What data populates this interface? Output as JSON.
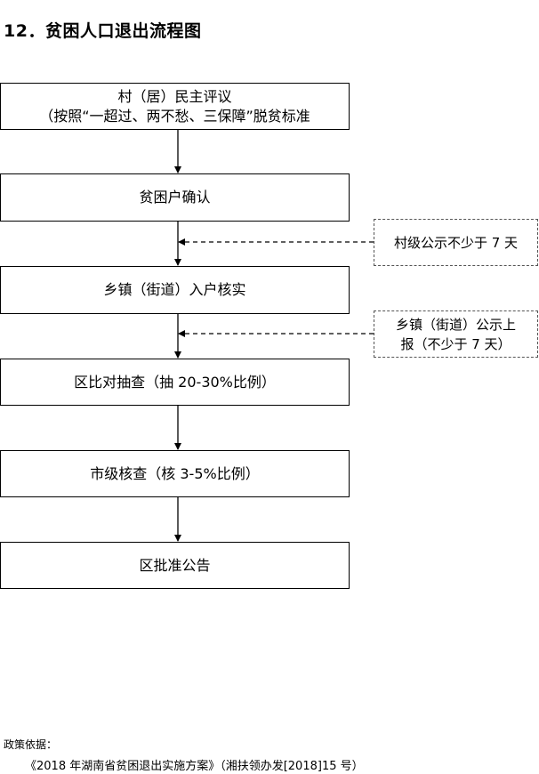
{
  "title": "12．贫困人口退出流程图",
  "steps": [
    {
      "line1": "村（居）民主评议",
      "line2": "（按照“一超过、两不愁、三保障”脱贫标准"
    },
    {
      "line1": "贫困户确认"
    },
    {
      "line1": "乡镇（街道）入户核实"
    },
    {
      "line1": "区比对抽查（抽 20-30%比例）"
    },
    {
      "line1": "市级核查（核 3-5%比例）"
    },
    {
      "line1": "区批准公告"
    }
  ],
  "notes": [
    {
      "line1": "村级公示不少于 7 天"
    },
    {
      "line1": "乡镇（街道）公示上",
      "line2": "报（不少于 7 天）"
    }
  ],
  "policy": {
    "label": "政策依据：",
    "document": "《2018 年湖南省贫困退出实施方案》（湘扶领办发[2018]15 号）"
  }
}
